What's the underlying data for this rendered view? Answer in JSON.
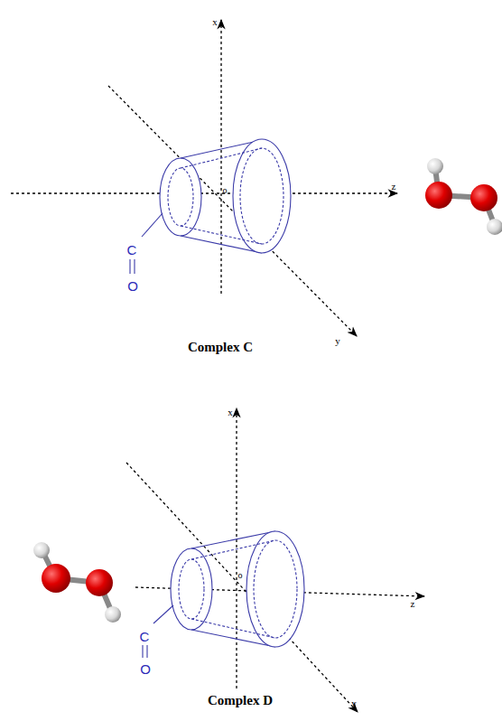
{
  "diagram": {
    "labels": [
      "x",
      "o",
      "z",
      "y",
      "C",
      "O",
      "Complex C",
      "x",
      "o",
      "z",
      "y",
      "C",
      "O",
      "Complex D"
    ]
  }
}
